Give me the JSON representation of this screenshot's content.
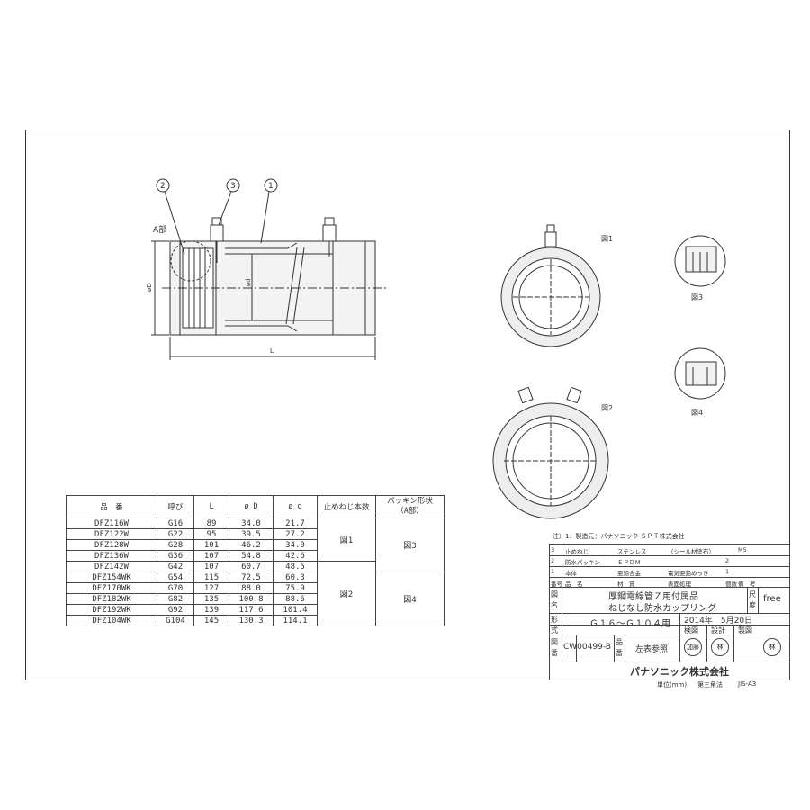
{
  "drawing": {
    "balloons": [
      "2",
      "3",
      "1"
    ],
    "a_part_label": "A部",
    "dim_D": "øD",
    "dim_d": "ød",
    "dim_L": "L",
    "fig_labels": [
      "図1",
      "図2",
      "図3",
      "図4"
    ]
  },
  "spec_table": {
    "headers": [
      "品　番",
      "呼び",
      "L",
      "ø D",
      "ø d",
      "止めねじ本数",
      "パッキン形状\n（A部）"
    ],
    "header_line1": "パッキン形状",
    "header_line2": "（A部）",
    "rows": [
      {
        "part": "DFZ116W",
        "size": "G16",
        "L": "89",
        "D": "34.0",
        "d": "21.7"
      },
      {
        "part": "DFZ122W",
        "size": "G22",
        "L": "95",
        "D": "39.5",
        "d": "27.2"
      },
      {
        "part": "DFZ128W",
        "size": "G28",
        "L": "101",
        "D": "46.2",
        "d": "34.0"
      },
      {
        "part": "DFZ136W",
        "size": "G36",
        "L": "107",
        "D": "54.8",
        "d": "42.6"
      },
      {
        "part": "DFZ142W",
        "size": "G42",
        "L": "107",
        "D": "60.7",
        "d": "48.5"
      },
      {
        "part": "DFZ154WK",
        "size": "G54",
        "L": "115",
        "D": "72.5",
        "d": "60.3"
      },
      {
        "part": "DFZ170WK",
        "size": "G70",
        "L": "127",
        "D": "88.0",
        "d": "75.9"
      },
      {
        "part": "DFZ182WK",
        "size": "G82",
        "L": "135",
        "D": "100.8",
        "d": "88.6"
      },
      {
        "part": "DFZ192WK",
        "size": "G92",
        "L": "139",
        "D": "117.6",
        "d": "101.4"
      },
      {
        "part": "DFZ104WK",
        "size": "G104",
        "L": "145",
        "D": "130.3",
        "d": "114.1"
      }
    ],
    "screws_group1": "図1",
    "screws_group2": "図2",
    "packing_group1": "図3",
    "packing_group2": "図4"
  },
  "title_block": {
    "note": "注）1．製造元：パナソニック ＳＰＴ株式会社",
    "parts": [
      {
        "no": "3",
        "name": "止めねじ",
        "material": "ステンレス",
        "finish": "（シール材塗布）",
        "qty": "",
        "remark": "M5"
      },
      {
        "no": "2",
        "name": "防水パッキン",
        "material": "ＥＰＤＭ",
        "finish": "",
        "qty": "2",
        "remark": ""
      },
      {
        "no": "1",
        "name": "本体",
        "material": "亜鉛合金",
        "finish": "電気亜鉛めっき",
        "qty": "1",
        "remark": ""
      }
    ],
    "parts_header": {
      "no": "番号",
      "name": "品　名",
      "material": "材　質",
      "finish": "表面処理",
      "qty": "個数",
      "remark": "備　考"
    },
    "zumei_label": "図名",
    "title_line1": "厚鋼電線管Ｚ用付属品",
    "title_line2": "ねじなし防水カップリング",
    "scale_label": "尺度",
    "scale_value": "free",
    "katashiki_label": "形式",
    "model": "Ｇ１６～Ｇ１０４用",
    "date": "2014年　5月20日",
    "roles": [
      "検図",
      "設計",
      "製図"
    ],
    "zuban_label": "図番",
    "drawing_no": "CW00499-B",
    "hinban_label": "品番",
    "hinban_value": "左表参照",
    "stamps": [
      "加藤",
      "林",
      "林"
    ],
    "company": "パナソニック株式会社",
    "footer_unit": "単位(mm)",
    "footer_angle": "第三角法",
    "footer_std": "JIS-A3"
  }
}
